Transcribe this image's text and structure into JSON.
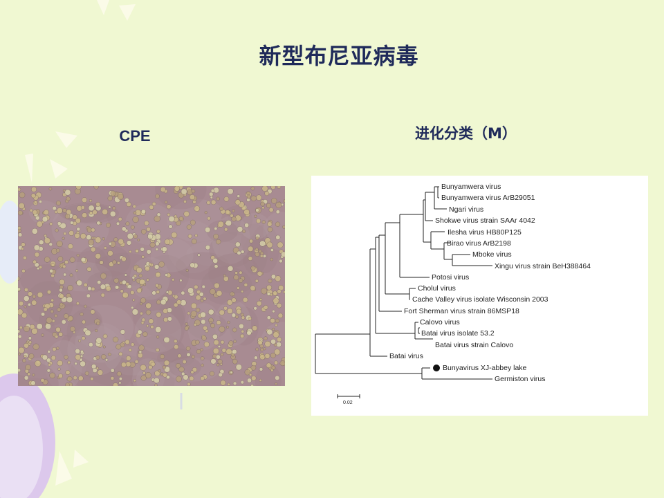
{
  "slide": {
    "title": "新型布尼亚病毒",
    "left_caption": "CPE",
    "right_caption": "进化分类（M）"
  },
  "tree": {
    "leaves": [
      "Bunyamwera virus",
      "Bunyamwera virus ArB29051",
      "Ngari virus",
      "Shokwe virus strain SAAr 4042",
      "Ilesha virus HB80P125",
      "Birao virus ArB2198",
      "Mboke virus",
      "Xingu virus strain BeH388464",
      "Potosi virus",
      "Cholul virus",
      "Cache Valley virus isolate Wisconsin 2003",
      "Fort Sherman virus strain 86MSP18",
      "Calovo virus",
      "Batai virus isolate 53.2",
      "Batai virus strain Calovo",
      "Batai virus",
      "Bunyavirus XJ-abbey lake",
      "Germiston virus"
    ],
    "highlighted_leaf": "Bunyavirus XJ-abbey lake",
    "scale_label": "0.02"
  },
  "colors": {
    "background": "#f0f8d2",
    "title": "#1f2a5a",
    "micrograph_base": "#a88b92"
  }
}
